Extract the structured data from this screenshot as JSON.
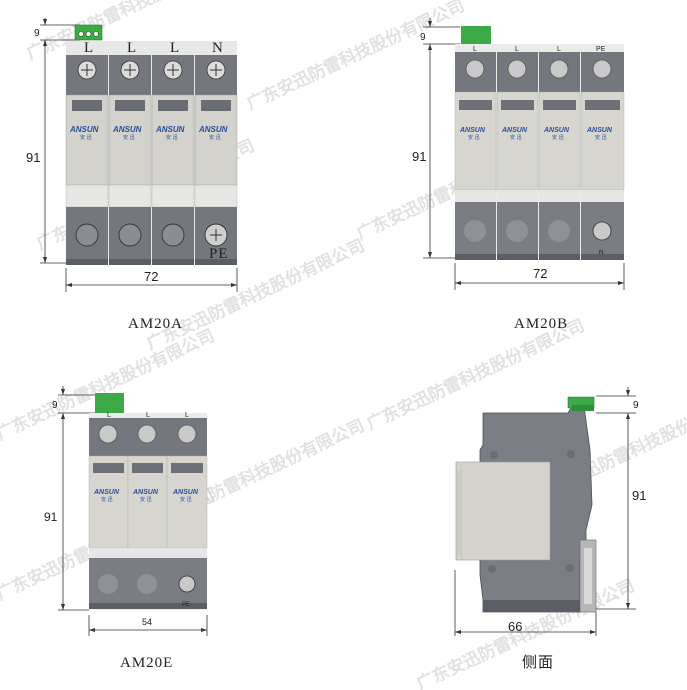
{
  "views": [
    {
      "caption": "AM20A",
      "height_dim": "91",
      "top_dim": "9",
      "width_dim": "72",
      "terminal_labels": [
        "L",
        "L",
        "L",
        "N"
      ],
      "bottom_label": "PE"
    },
    {
      "caption": "AM20B",
      "height_dim": "91",
      "top_dim": "9",
      "width_dim": "72",
      "terminal_labels": [
        "L",
        "L",
        "L",
        "PE"
      ],
      "bottom_label": "N"
    },
    {
      "caption": "AM20E",
      "height_dim": "91",
      "top_dim": "9",
      "width_dim": "54",
      "terminal_labels": [
        "L",
        "L",
        "L"
      ],
      "bottom_label": "PE"
    },
    {
      "caption": "侧面",
      "height_dim": "91",
      "top_dim": "9",
      "width_dim": "66"
    }
  ],
  "brand": {
    "name": "ANSUN",
    "sub": "安 迅"
  },
  "watermark": "广东安迅防雷科技股份有限公司",
  "colors": {
    "body": "#74777e",
    "beige": "#d3d2cc",
    "connector": "#3cab47",
    "dim_line": "#333333"
  }
}
